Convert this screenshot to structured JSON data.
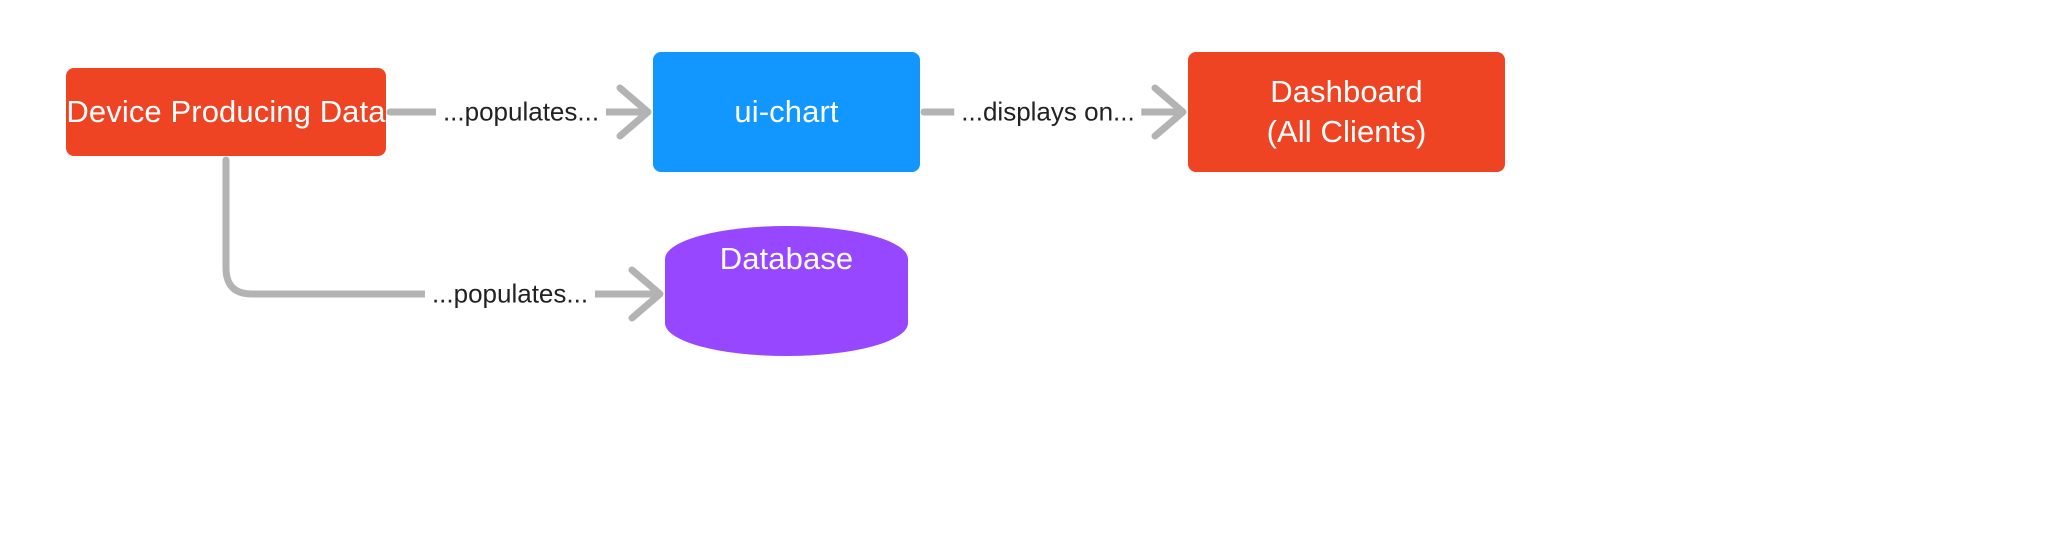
{
  "diagram": {
    "type": "flowchart",
    "direction": "left-to-right",
    "background": "#ffffff",
    "nodes": [
      {
        "id": "device",
        "label": "Device Producing Data",
        "shape": "rounded-rectangle",
        "color": "#ef4423",
        "text_color": "#ffffff"
      },
      {
        "id": "ui-chart",
        "label": "ui-chart",
        "shape": "rounded-rectangle",
        "color": "#1296ff",
        "text_color": "#ffffff"
      },
      {
        "id": "dashboard",
        "label_line1": "Dashboard",
        "label_line2": "(All Clients)",
        "shape": "rounded-rectangle",
        "color": "#ef4423",
        "text_color": "#ffffff"
      },
      {
        "id": "database",
        "label": "Database",
        "shape": "cylinder",
        "color": "#9747ff",
        "text_color": "#ffffff"
      }
    ],
    "edges": [
      {
        "id": "device-to-uichart",
        "from": "device",
        "to": "ui-chart",
        "label": "...populates...",
        "arrow": "open-chevron",
        "color": "#b3b3b3"
      },
      {
        "id": "uichart-to-dashboard",
        "from": "ui-chart",
        "to": "dashboard",
        "label": "...displays on...",
        "arrow": "open-chevron",
        "color": "#b3b3b3"
      },
      {
        "id": "device-to-database",
        "from": "device",
        "to": "database",
        "label": "...populates...",
        "arrow": "open-chevron",
        "color": "#b3b3b3"
      }
    ]
  }
}
